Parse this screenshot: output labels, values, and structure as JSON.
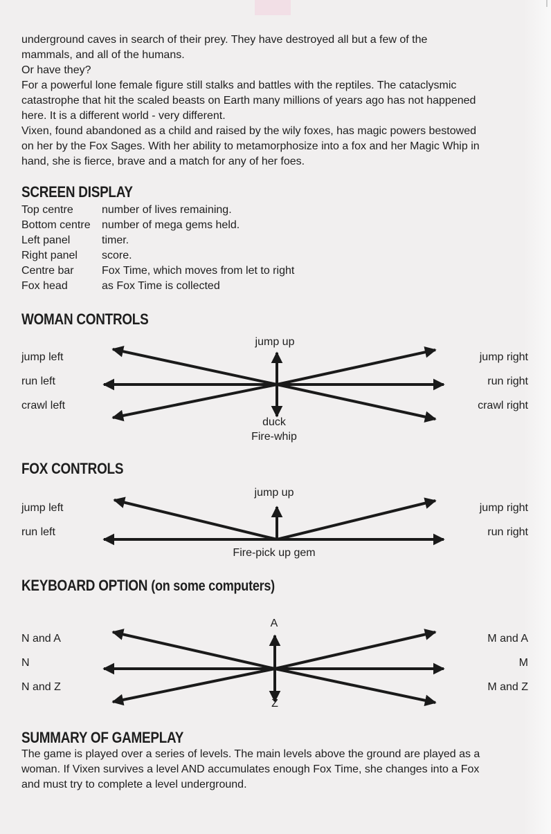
{
  "intro": {
    "lines": [
      "underground caves in search of their prey. They have destroyed all but a few of the",
      "mammals, and all of the humans.",
      "Or have they?",
      "For a powerful lone female figure still stalks and battles with the reptiles. The cataclysmic",
      "catastrophe that hit the scaled beasts on Earth many millions of years ago has not happened",
      "here. It is a different world - very different.",
      "Vixen, found abandoned as a child and raised by the wily foxes, has magic powers bestowed",
      "on her by the Fox Sages. With her ability to metamorphosize into a fox and her Magic Whip in",
      "hand, she is fierce, brave and a match for any of her foes."
    ]
  },
  "screen_display": {
    "heading": "SCREEN DISPLAY",
    "rows": [
      {
        "key": "Top centre",
        "value": "number of lives remaining."
      },
      {
        "key": "Bottom centre",
        "value": "number of mega gems held."
      },
      {
        "key": "Left panel",
        "value": "timer."
      },
      {
        "key": "Right panel",
        "value": "score."
      },
      {
        "key": "Centre bar",
        "value": "Fox Time, which moves from let to right"
      },
      {
        "key": "Fox head",
        "value": "as Fox Time is collected"
      }
    ]
  },
  "woman_controls": {
    "heading": "WOMAN CONTROLS",
    "up": "jump up",
    "left": [
      "jump left",
      "run left",
      "crawl left"
    ],
    "right": [
      "jump right",
      "run right",
      "crawl right"
    ],
    "down": "duck",
    "fire": "Fire-whip"
  },
  "fox_controls": {
    "heading": "FOX CONTROLS",
    "up": "jump up",
    "left": [
      "jump left",
      "run left"
    ],
    "right": [
      "jump right",
      "run right"
    ],
    "fire": "Fire-pick up gem"
  },
  "keyboard_option": {
    "heading": "KEYBOARD OPTION",
    "heading_sub": "(on some computers)",
    "up": "A",
    "down": "Z",
    "left": [
      "N and A",
      "N",
      "N and Z"
    ],
    "right": [
      "M and A",
      "M",
      "M and Z"
    ]
  },
  "summary": {
    "heading": "SUMMARY OF GAMEPLAY",
    "lines": [
      "The game is played over a series of levels. The main levels above the ground are played as a",
      "woman. If Vixen survives a level AND accumulates enough Fox Time, she changes into a Fox",
      "and must try to complete a level underground."
    ]
  }
}
